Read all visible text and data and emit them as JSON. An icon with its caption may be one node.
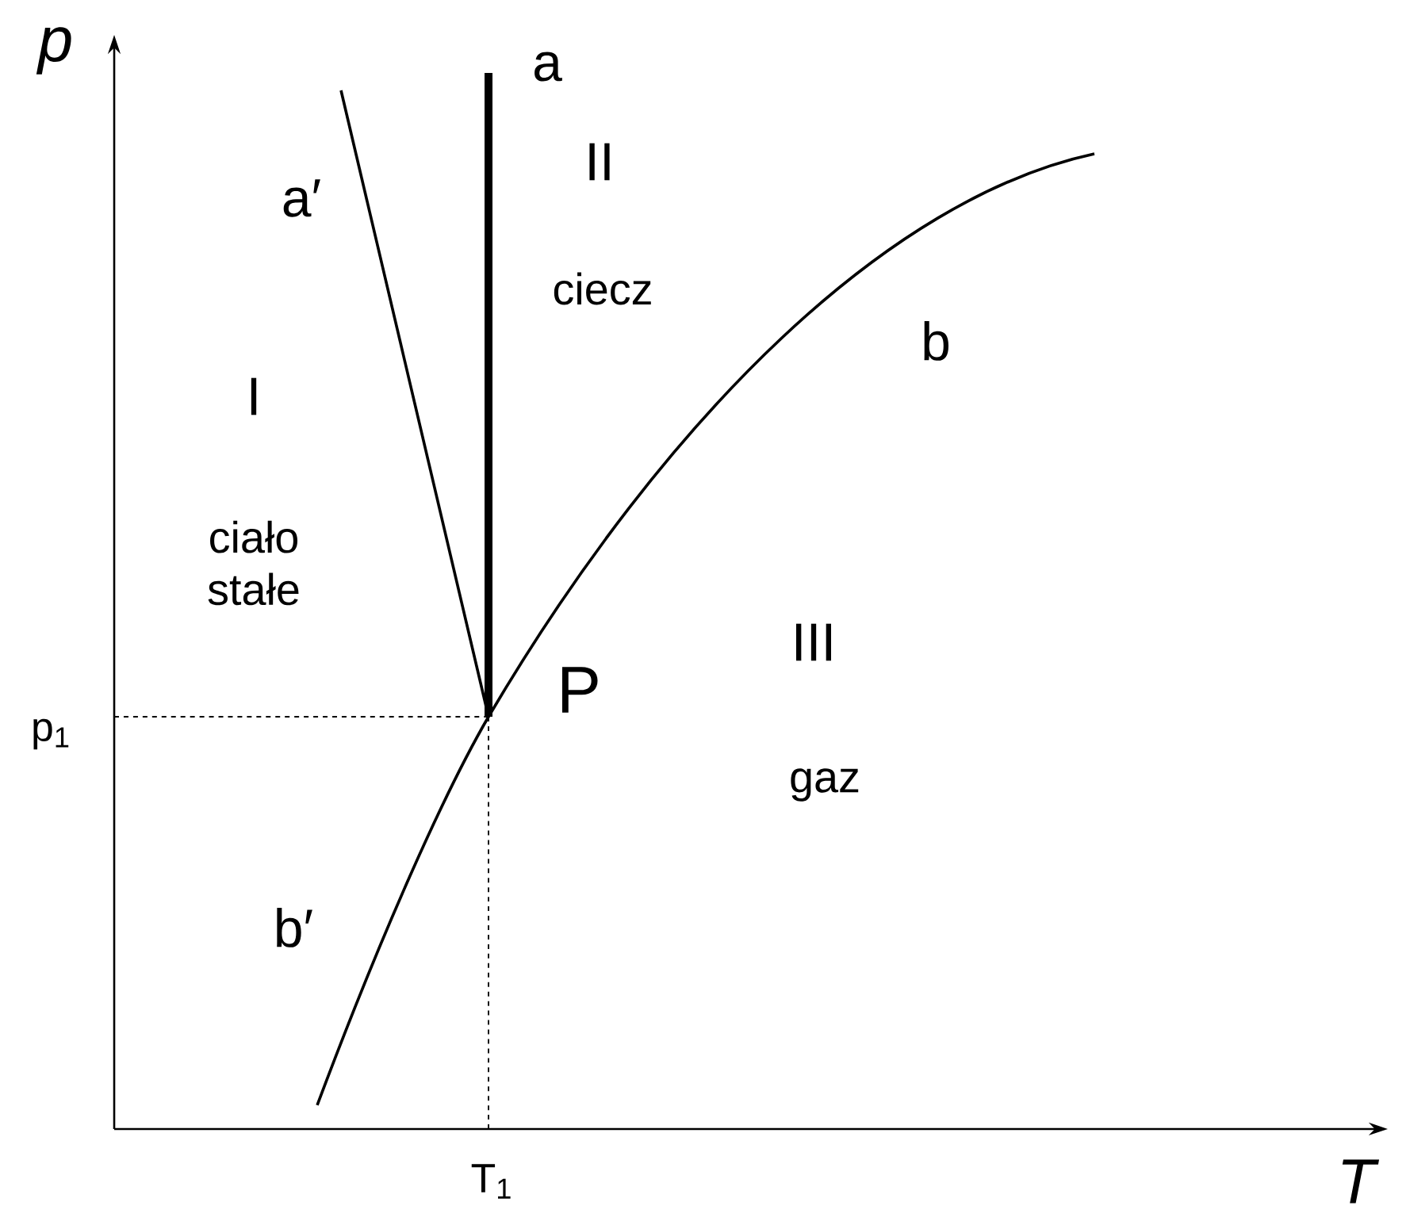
{
  "diagram": {
    "labels": [
      "p",
      "a",
      "a′",
      "II",
      "ciecz",
      "b",
      "I",
      "ciało stałe",
      "P",
      "III",
      "p$_{1}$",
      "gaz",
      "b′",
      "T$_{1}$",
      "T"
    ]
  }
}
